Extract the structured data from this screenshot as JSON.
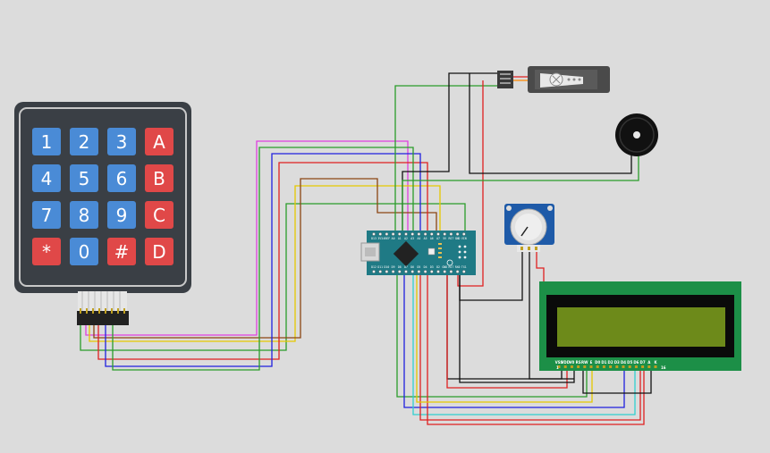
{
  "keypad": {
    "keys": [
      {
        "label": "1",
        "kind": "digit"
      },
      {
        "label": "2",
        "kind": "digit"
      },
      {
        "label": "3",
        "kind": "digit"
      },
      {
        "label": "A",
        "kind": "letter"
      },
      {
        "label": "4",
        "kind": "digit"
      },
      {
        "label": "5",
        "kind": "digit"
      },
      {
        "label": "6",
        "kind": "digit"
      },
      {
        "label": "B",
        "kind": "letter"
      },
      {
        "label": "7",
        "kind": "digit"
      },
      {
        "label": "8",
        "kind": "digit"
      },
      {
        "label": "9",
        "kind": "digit"
      },
      {
        "label": "C",
        "kind": "letter"
      },
      {
        "label": "*",
        "kind": "symbol"
      },
      {
        "label": "0",
        "kind": "digit"
      },
      {
        "label": "#",
        "kind": "symbol"
      },
      {
        "label": "D",
        "kind": "letter"
      }
    ]
  },
  "lcd": {
    "pin_labels": [
      "VSS",
      "VDD",
      "V0",
      "RS",
      "RW",
      "E",
      "D0",
      "D1",
      "D2",
      "D3",
      "D4",
      "D5",
      "D6",
      "D7",
      "A",
      "K"
    ],
    "pin_numbers": [
      "1",
      "16"
    ]
  },
  "nano": {
    "top_labels": [
      "D13",
      "3V3",
      "AREF",
      "A0",
      "A1",
      "A2",
      "A3",
      "A4",
      "A5",
      "A6",
      "A7",
      "5V",
      "RST",
      "GND",
      "VIN"
    ],
    "bottom_labels": [
      "D12",
      "D11",
      "D10",
      "D9",
      "D8",
      "D7",
      "D6",
      "D5",
      "D4",
      "D3",
      "D2",
      "GND",
      "RST",
      "RX0",
      "TX1"
    ]
  },
  "colors": {
    "background": "#dcdcdc",
    "keypad_body": "#3a3f45",
    "key_blue": "#4a8bd6",
    "key_red": "#e04848",
    "nano_pcb": "#1f7a85",
    "lcd_pcb": "#1c8f47",
    "lcd_screen": "#6d8a1a",
    "pot_pcb": "#1e5aa8",
    "wire_magenta": "#e040e0",
    "wire_green": "#2a9d2a",
    "wire_blue": "#2020e0",
    "wire_red": "#e02020",
    "wire_yellow": "#e6c800",
    "wire_brown": "#8b4513",
    "wire_cyan": "#30d0d0",
    "wire_black": "#111111",
    "wire_orange": "#ff8800"
  },
  "icons": {
    "servo_horn": "servo-horn-icon",
    "buzzer": "buzzer-icon",
    "potentiometer_knob": "potentiometer-knob-icon"
  }
}
